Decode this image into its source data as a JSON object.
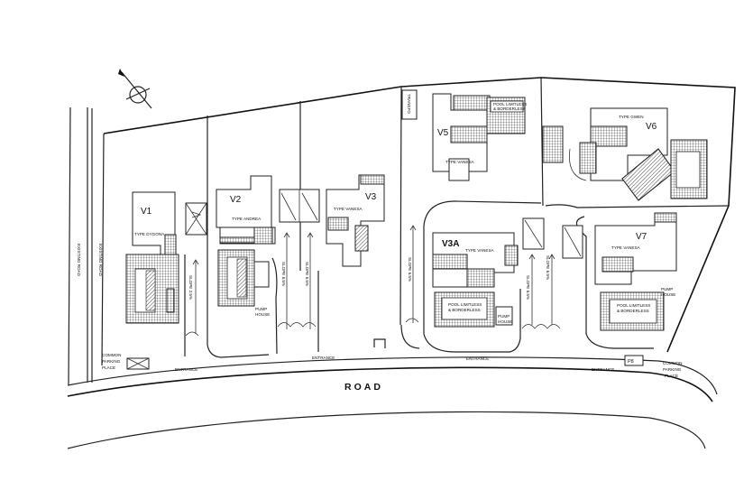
{
  "plan": {
    "road_label": "ROAD",
    "road_side_labels": [
      "ENTRANCE",
      "ENTRANCE",
      "ENTRANCE",
      "ENTRANCE"
    ],
    "left_strip_labels": [
      "EXISTING ROAD",
      "EXISTING ROAD"
    ],
    "villas": [
      {
        "id": "V1",
        "type": "TYPE DYGONA"
      },
      {
        "id": "V2",
        "type": "TYPE ANDREA"
      },
      {
        "id": "V3",
        "type": "TYPE VANESA"
      },
      {
        "id": "V3A",
        "type": "TYPE VANESA"
      },
      {
        "id": "V5",
        "type": "TYPE VANESA"
      },
      {
        "id": "V6",
        "type": "TYPE GWEN"
      },
      {
        "id": "V7",
        "type": "TYPE VANESA"
      }
    ],
    "slope_labels": [
      "SLOPE 2.5%",
      "SLOPE 6.5%",
      "SLOPE 6.5%",
      "SLOPE 6.5%",
      "SLOPE 6.5%",
      "SLOPE 6.5%"
    ],
    "parking_left": [
      "COMMON",
      "PARKING",
      "PLACE"
    ],
    "parking_right": [
      "COMMON",
      "PARKING",
      "PLACE"
    ],
    "parking_code": "P8",
    "pool_labels": [
      [
        "POOL LIMITLESS",
        "& BORDERLESS"
      ],
      [
        "POOL LIMITLESS",
        "& BORDERLESS"
      ],
      [
        "POOL LIMITLESS",
        "& BORDERLESS"
      ]
    ],
    "pump_labels": [
      [
        "PUMP",
        "HOUSE"
      ],
      [
        "PUMP",
        "HOUSE"
      ],
      [
        "PUMP",
        "HOUSE"
      ]
    ],
    "gate_label": "TRANSFO"
  }
}
